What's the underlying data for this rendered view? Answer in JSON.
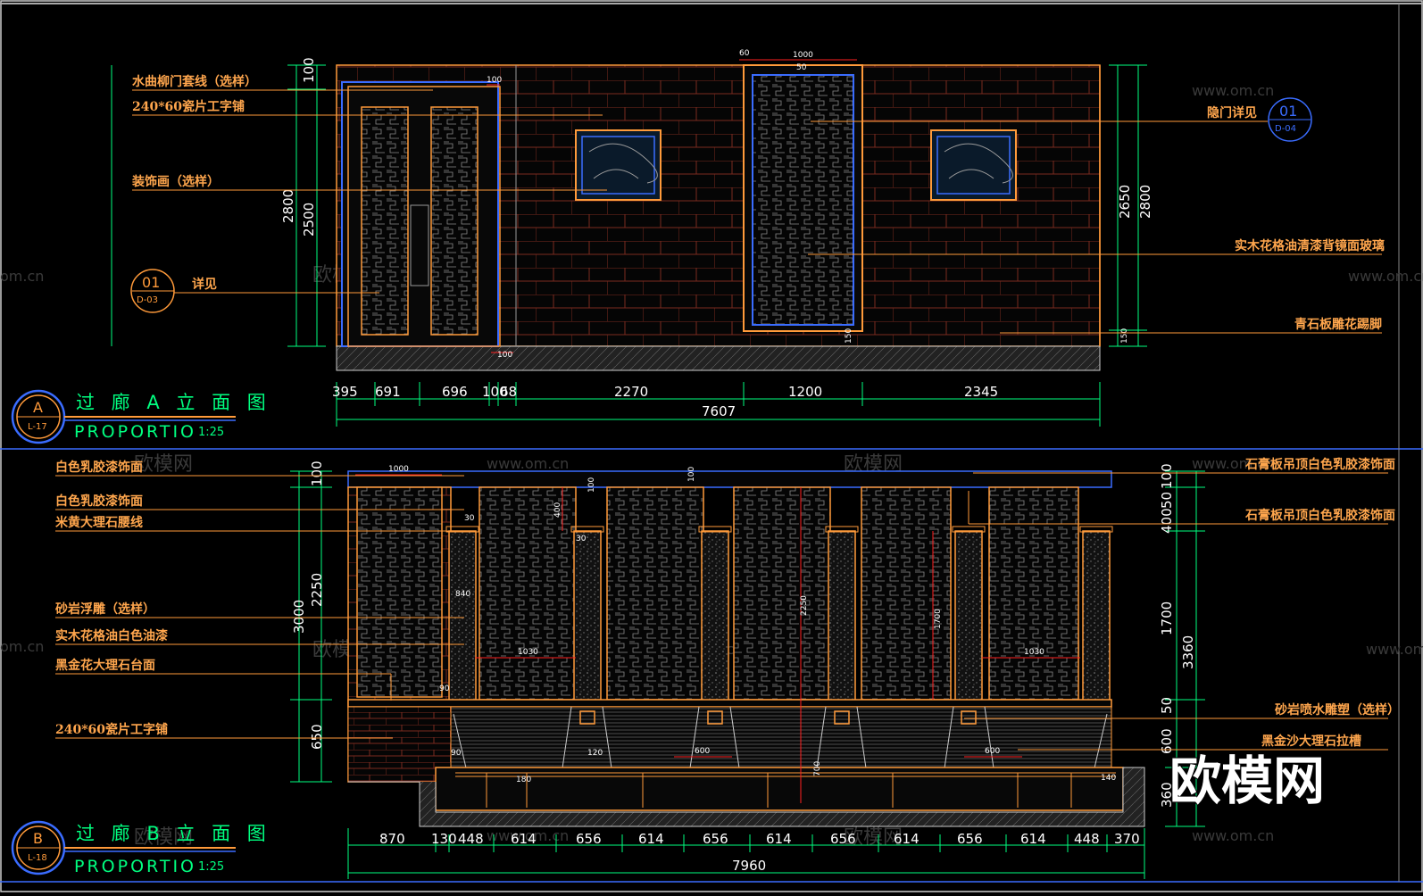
{
  "watermark": {
    "site": "www.om.cn",
    "short": "om.cn",
    "brand": "欧模网"
  },
  "elevation_a": {
    "title": "过 廊 A 立 面 图",
    "proportion": "PROPORTIO",
    "scale": "1:25",
    "tag_letter": "A",
    "tag_ref": "L-17",
    "callouts": {
      "c1": "水曲柳门套线（选样）",
      "c2": "240*60瓷片工字铺",
      "c3": "装饰画（选样）",
      "c4": "详见",
      "c5": "隐门详见",
      "c6": "实木花格油清漆背镜面玻璃",
      "c7": "青石板雕花踢脚"
    },
    "detail_left": {
      "num": "01",
      "ref": "D-03"
    },
    "detail_right": {
      "num": "01",
      "ref": "D-04"
    },
    "dims_bottom": [
      "395",
      "691",
      "696",
      "100",
      "68",
      "2270",
      "1200",
      "2345"
    ],
    "dim_total": "7607",
    "dims_left": [
      "100",
      "2500",
      "2800"
    ],
    "dims_right": [
      "2650",
      "2800",
      "150"
    ],
    "small_dims": [
      "100",
      "60",
      "1000",
      "50",
      "100",
      "150"
    ]
  },
  "elevation_b": {
    "title": "过 廊 B 立 面 图",
    "proportion": "PROPORTIO",
    "scale": "1:25",
    "tag_letter": "B",
    "tag_ref": "L-18",
    "callouts": {
      "c1": "白色乳胶漆饰面",
      "c2": "白色乳胶漆饰面",
      "c3": "米黄大理石腰线",
      "c4": "砂岩浮雕（选样）",
      "c5": "实木花格油白色油漆",
      "c6": "黑金花大理石台面",
      "c7": "240*60瓷片工字铺",
      "c8": "石膏板吊顶白色乳胶漆饰面",
      "c9": "石膏板吊顶白色乳胶漆饰面",
      "c10": "砂岩喷水雕塑（选样）",
      "c11": "黑金沙大理石拉槽"
    },
    "dims_bottom": [
      "870",
      "130",
      "448",
      "614",
      "656",
      "614",
      "656",
      "614",
      "656",
      "614",
      "656",
      "614",
      "448",
      "370"
    ],
    "dim_total": "7960",
    "dims_left": [
      "100",
      "2250",
      "3000",
      "650"
    ],
    "dims_right": [
      "100",
      "50",
      "400",
      "100",
      "1700",
      "3360",
      "50",
      "600",
      "360"
    ],
    "small_dims": [
      "1000",
      "100",
      "100",
      "400",
      "30",
      "840",
      "1030",
      "2250",
      "1700",
      "1030",
      "30",
      "90",
      "120",
      "600",
      "180",
      "700",
      "600",
      "140",
      "90"
    ]
  },
  "colors": {
    "orange": "#ff9a3a",
    "green": "#00ff80",
    "blue": "#3a6cff",
    "brick": "#7a2a20",
    "grey": "#9a9a9a"
  }
}
